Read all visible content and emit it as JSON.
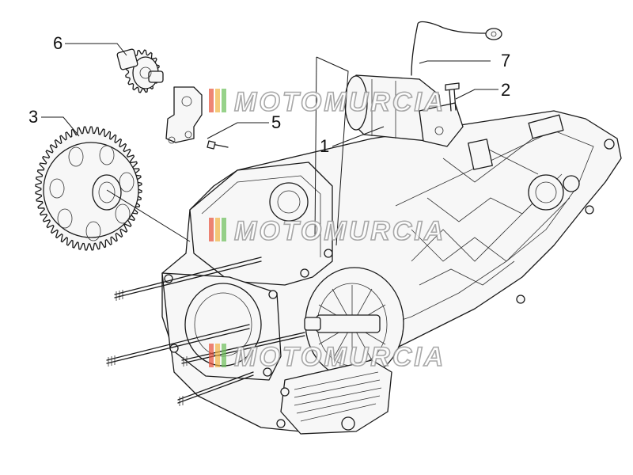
{
  "callouts": [
    {
      "id": "1",
      "label": "1"
    },
    {
      "id": "2",
      "label": "2"
    },
    {
      "id": "3",
      "label": "3"
    },
    {
      "id": "5",
      "label": "5"
    },
    {
      "id": "6",
      "label": "6"
    },
    {
      "id": "7",
      "label": "7"
    }
  ],
  "watermark": {
    "text": "MOTOMURCIA",
    "colors": [
      "#e8523a",
      "#f2b441",
      "#6cbf5a",
      "#c7c7c7"
    ]
  },
  "colors": {
    "line": "#1a1a1a",
    "background": "#ffffff"
  }
}
